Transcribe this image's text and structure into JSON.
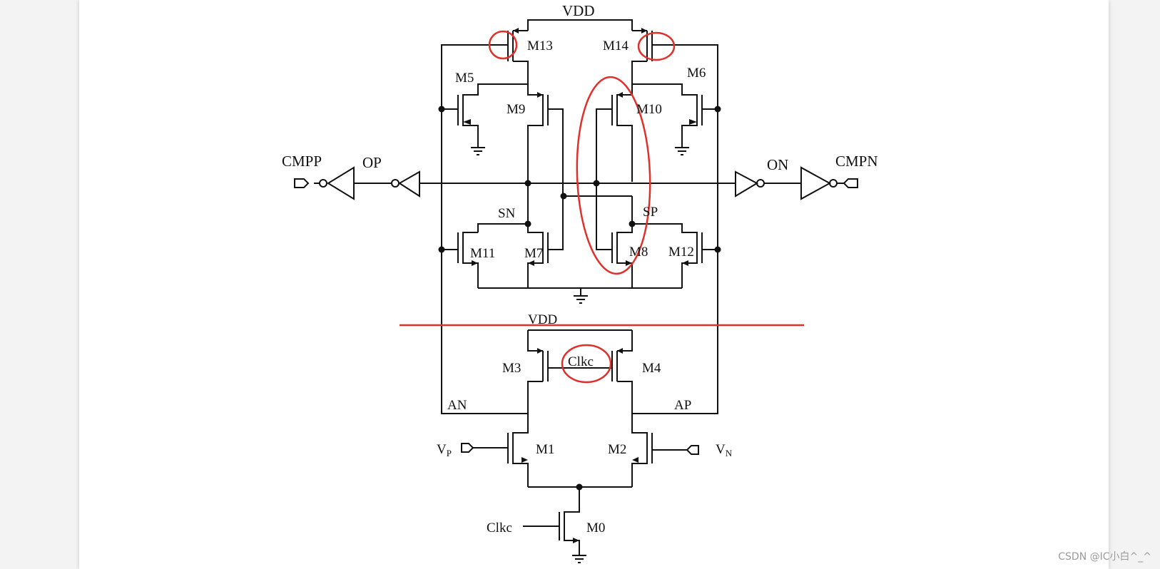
{
  "labels": {
    "vdd_top": "VDD",
    "vdd_mid": "VDD",
    "m13": "M13",
    "m14": "M14",
    "m5": "M5",
    "m6": "M6",
    "m9": "M9",
    "m10": "M10",
    "m11": "M11",
    "m7": "M7",
    "m8": "M8",
    "m12": "M12",
    "m3": "M3",
    "m4": "M4",
    "m1": "M1",
    "m2": "M2",
    "m0": "M0",
    "cmpp": "CMPP",
    "op": "OP",
    "on": "ON",
    "cmpn": "CMPN",
    "sn": "SN",
    "sp": "SP",
    "an": "AN",
    "ap": "AP",
    "clkc_gate": "Clkc",
    "clkc_tail": "Clkc",
    "vp": "V",
    "vp_sub": "P",
    "vn": "V",
    "vn_sub": "N"
  },
  "watermark": "CSDN @IC小白^_^",
  "colors": {
    "wire": "#111111",
    "highlight": "#e0302a"
  }
}
